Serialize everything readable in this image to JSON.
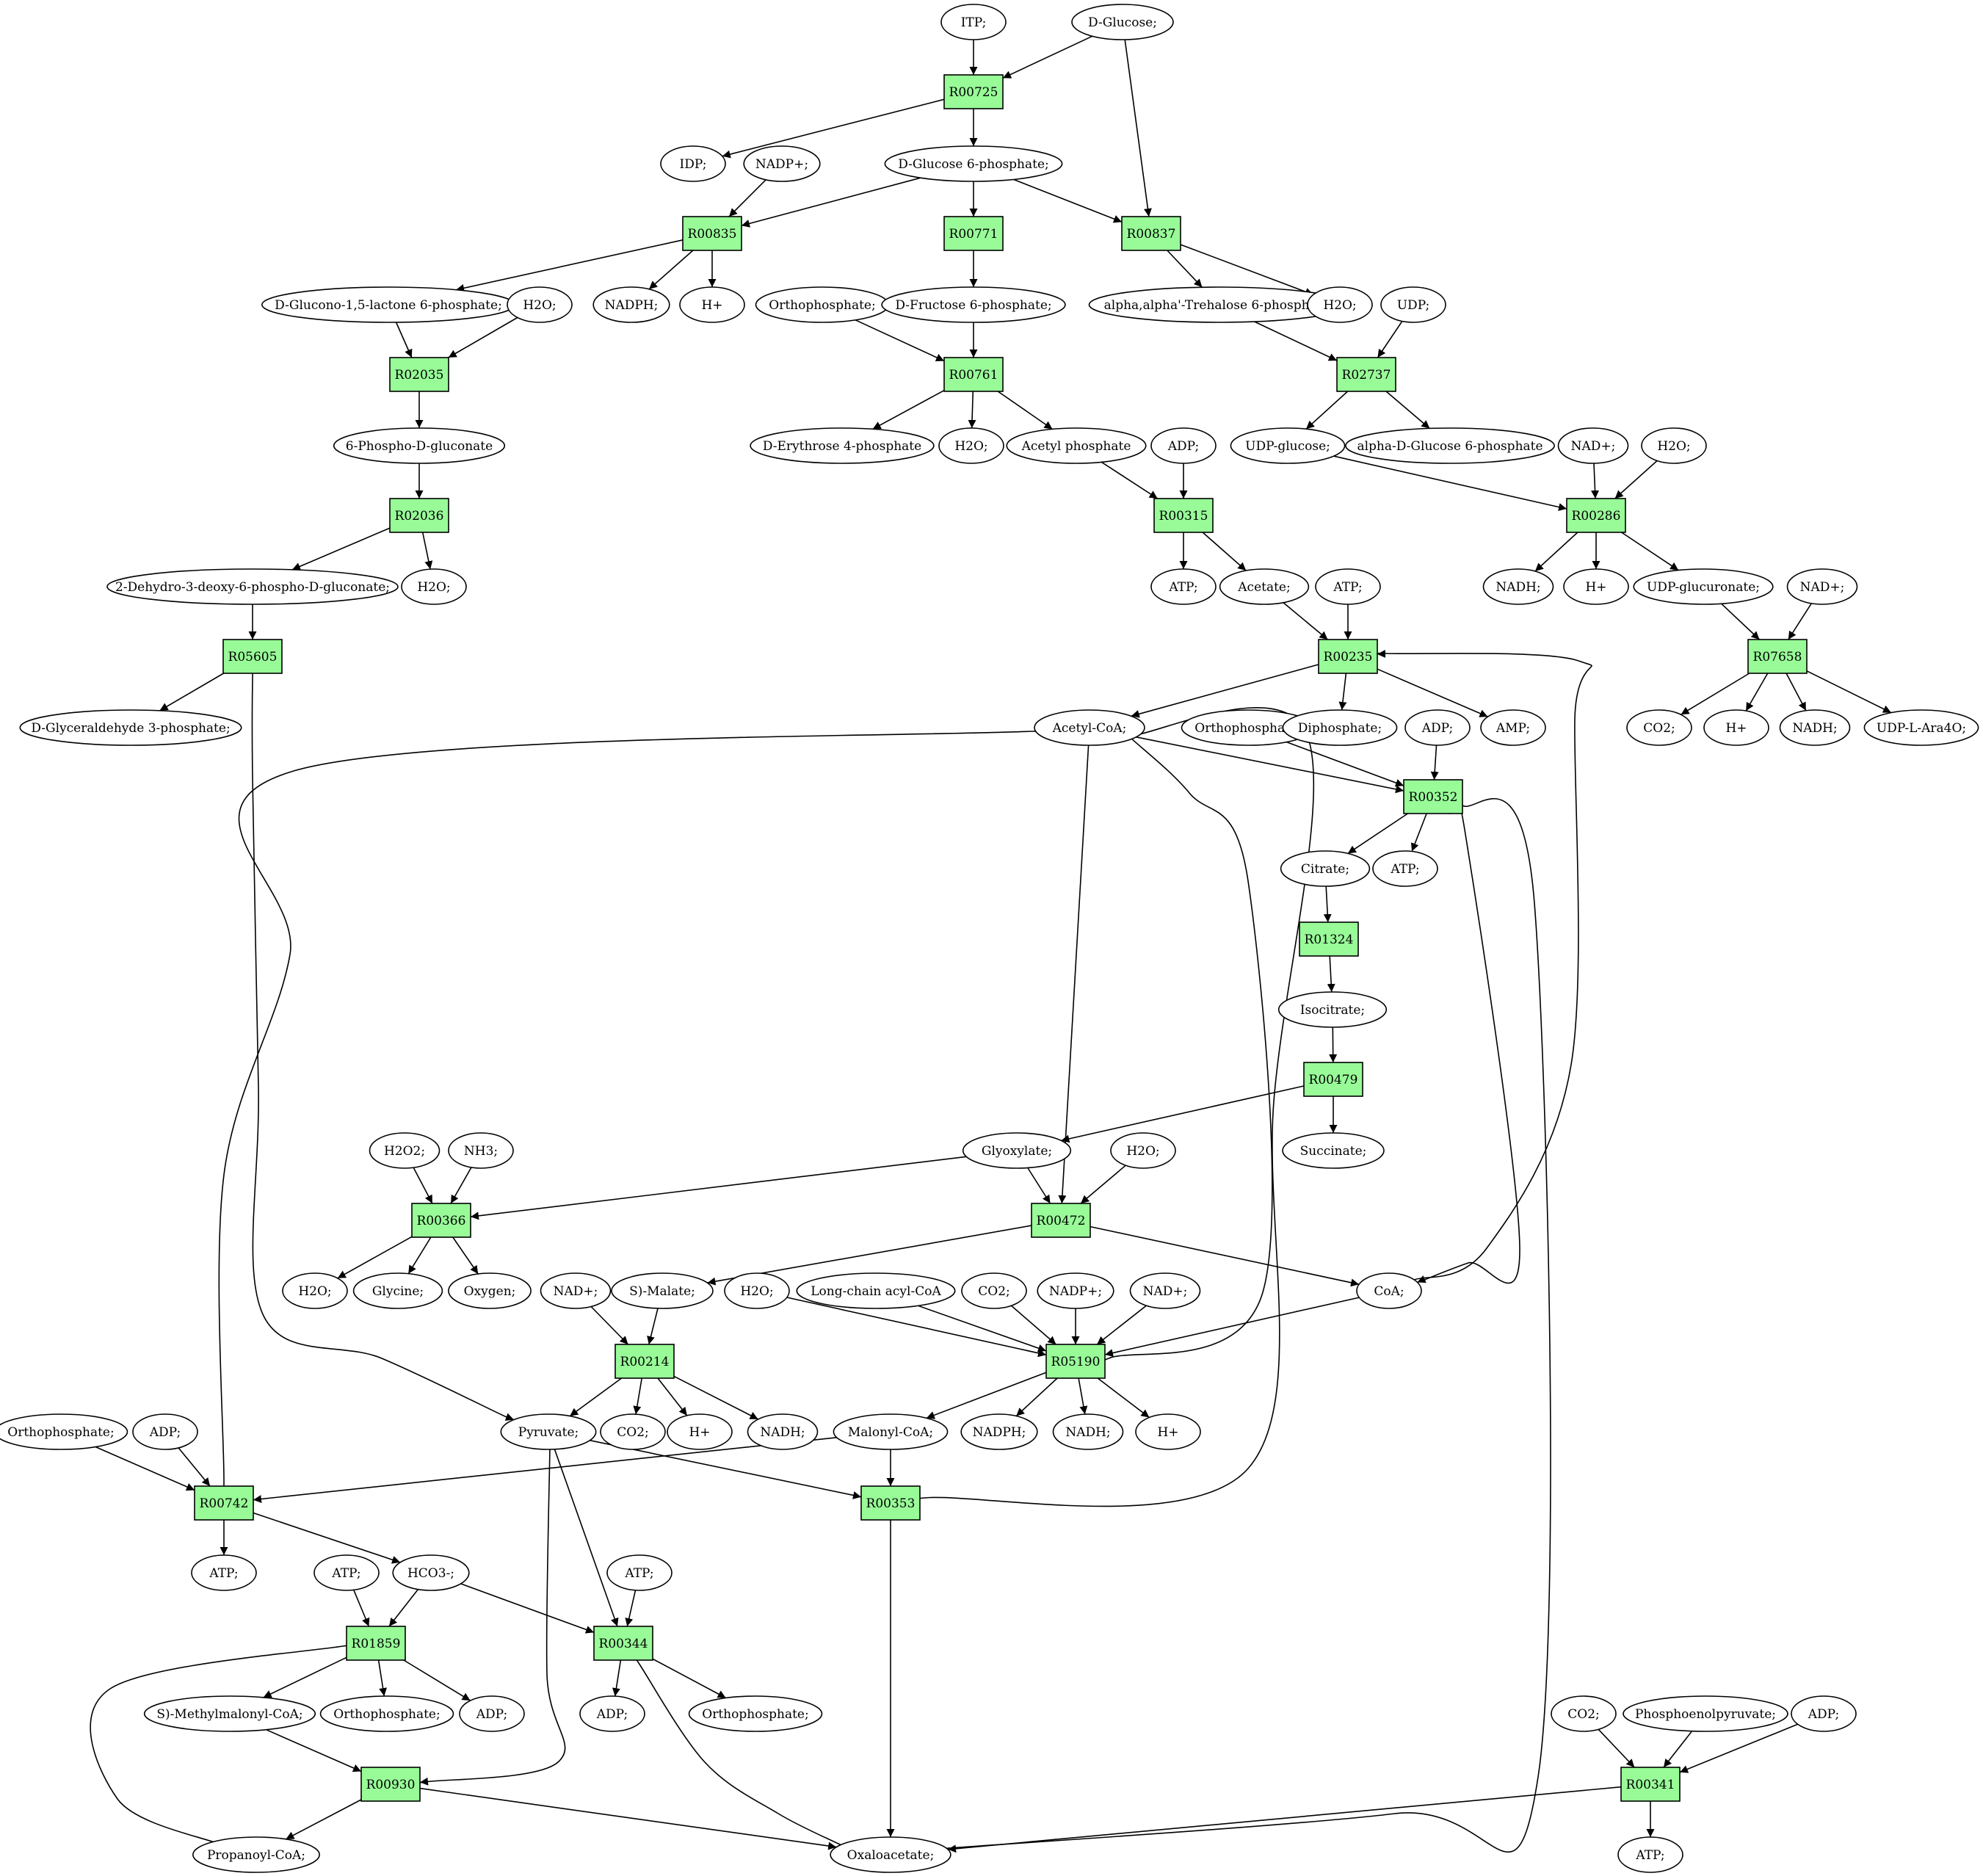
{
  "colors": {
    "reaction_fill": "#98fb98",
    "start_fill": "#00ff00",
    "target_fill": "#ffff00",
    "default_fill": "#ffffff",
    "stroke": "#000000"
  },
  "nodes": [
    {
      "id": "itp",
      "label": "ITP;",
      "shape": "ellipse"
    },
    {
      "id": "dglucose",
      "label": "D-Glucose;",
      "shape": "ellipse",
      "role": "start"
    },
    {
      "id": "r00725",
      "label": "R00725",
      "shape": "box"
    },
    {
      "id": "idp",
      "label": "IDP;",
      "shape": "ellipse"
    },
    {
      "id": "nadp_1",
      "label": "NADP+;",
      "shape": "ellipse"
    },
    {
      "id": "g6p",
      "label": "D-Glucose 6-phosphate;",
      "shape": "ellipse"
    },
    {
      "id": "r00835",
      "label": "R00835",
      "shape": "box"
    },
    {
      "id": "r00771",
      "label": "R00771",
      "shape": "box"
    },
    {
      "id": "r00837",
      "label": "R00837",
      "shape": "box"
    },
    {
      "id": "glucono",
      "label": "D-Glucono-1,5-lactone 6-phosphate;",
      "shape": "ellipse"
    },
    {
      "id": "h2o_1",
      "label": "H2O;",
      "shape": "ellipse"
    },
    {
      "id": "nadph_1",
      "label": "NADPH;",
      "shape": "ellipse"
    },
    {
      "id": "hplus_1",
      "label": "H+",
      "shape": "ellipse"
    },
    {
      "id": "orthophosphate_1",
      "label": "Orthophosphate;",
      "shape": "ellipse"
    },
    {
      "id": "f6p",
      "label": "D-Fructose 6-phosphate;",
      "shape": "ellipse"
    },
    {
      "id": "trehalose6p",
      "label": "alpha,alpha'-Trehalose 6-phosphate;",
      "shape": "ellipse"
    },
    {
      "id": "h2o_2",
      "label": "H2O;",
      "shape": "ellipse"
    },
    {
      "id": "udp",
      "label": "UDP;",
      "shape": "ellipse"
    },
    {
      "id": "r02035",
      "label": "R02035",
      "shape": "box"
    },
    {
      "id": "r00761",
      "label": "R00761",
      "shape": "box"
    },
    {
      "id": "r02737",
      "label": "R02737",
      "shape": "box"
    },
    {
      "id": "phosphogluconate",
      "label": "6-Phospho-D-gluconate",
      "shape": "ellipse"
    },
    {
      "id": "erythrose4p",
      "label": "D-Erythrose 4-phosphate",
      "shape": "ellipse"
    },
    {
      "id": "h2o_3",
      "label": "H2O;",
      "shape": "ellipse"
    },
    {
      "id": "acetylphosphate",
      "label": "Acetyl phosphate",
      "shape": "ellipse"
    },
    {
      "id": "adp_1",
      "label": "ADP;",
      "shape": "ellipse"
    },
    {
      "id": "udpglucose",
      "label": "UDP-glucose;",
      "shape": "ellipse"
    },
    {
      "id": "alphadg6p",
      "label": "alpha-D-Glucose 6-phosphate",
      "shape": "ellipse"
    },
    {
      "id": "nad_1",
      "label": "NAD+;",
      "shape": "ellipse"
    },
    {
      "id": "h2o_4",
      "label": "H2O;",
      "shape": "ellipse"
    },
    {
      "id": "r02036",
      "label": "R02036",
      "shape": "box"
    },
    {
      "id": "r00315",
      "label": "R00315",
      "shape": "box"
    },
    {
      "id": "r00286",
      "label": "R00286",
      "shape": "box"
    },
    {
      "id": "kdpg",
      "label": "2-Dehydro-3-deoxy-6-phospho-D-gluconate;",
      "shape": "ellipse"
    },
    {
      "id": "h2o_5",
      "label": "H2O;",
      "shape": "ellipse"
    },
    {
      "id": "atp_1",
      "label": "ATP;",
      "shape": "ellipse"
    },
    {
      "id": "acetate",
      "label": "Acetate;",
      "shape": "ellipse"
    },
    {
      "id": "atp_2",
      "label": "ATP;",
      "shape": "ellipse"
    },
    {
      "id": "nadh_1",
      "label": "NADH;",
      "shape": "ellipse"
    },
    {
      "id": "hplus_2",
      "label": "H+",
      "shape": "ellipse"
    },
    {
      "id": "udpglucuronate",
      "label": "UDP-glucuronate;",
      "shape": "ellipse"
    },
    {
      "id": "nad_2",
      "label": "NAD+;",
      "shape": "ellipse"
    },
    {
      "id": "r05605",
      "label": "R05605",
      "shape": "box"
    },
    {
      "id": "r00235",
      "label": "R00235",
      "shape": "box"
    },
    {
      "id": "r07658",
      "label": "R07658",
      "shape": "box"
    },
    {
      "id": "gap",
      "label": "D-Glyceraldehyde 3-phosphate;",
      "shape": "ellipse"
    },
    {
      "id": "acetylcoa",
      "label": "Acetyl-CoA;",
      "shape": "ellipse"
    },
    {
      "id": "orthophosphate_2",
      "label": "Orthophosphate;",
      "shape": "ellipse"
    },
    {
      "id": "diphosphate",
      "label": "Diphosphate;",
      "shape": "ellipse"
    },
    {
      "id": "adp_2",
      "label": "ADP;",
      "shape": "ellipse"
    },
    {
      "id": "amp",
      "label": "AMP;",
      "shape": "ellipse"
    },
    {
      "id": "co2_1",
      "label": "CO2;",
      "shape": "ellipse"
    },
    {
      "id": "hplus_3",
      "label": "H+",
      "shape": "ellipse"
    },
    {
      "id": "nadh_2",
      "label": "NADH;",
      "shape": "ellipse"
    },
    {
      "id": "udparabinose",
      "label": "UDP-L-Ara4O;",
      "shape": "ellipse"
    },
    {
      "id": "r00352",
      "label": "R00352",
      "shape": "box"
    },
    {
      "id": "citrate",
      "label": "Citrate;",
      "shape": "ellipse"
    },
    {
      "id": "atp_3",
      "label": "ATP;",
      "shape": "ellipse"
    },
    {
      "id": "r01324",
      "label": "R01324",
      "shape": "box"
    },
    {
      "id": "isocitrate",
      "label": "Isocitrate;",
      "shape": "ellipse"
    },
    {
      "id": "r00479",
      "label": "R00479",
      "shape": "box"
    },
    {
      "id": "h2o2",
      "label": "H2O2;",
      "shape": "ellipse"
    },
    {
      "id": "nh3",
      "label": "NH3;",
      "shape": "ellipse"
    },
    {
      "id": "glyoxylate",
      "label": "Glyoxylate;",
      "shape": "ellipse"
    },
    {
      "id": "h2o_6",
      "label": "H2O;",
      "shape": "ellipse"
    },
    {
      "id": "succinate",
      "label": "Succinate;",
      "shape": "ellipse"
    },
    {
      "id": "r00366",
      "label": "R00366",
      "shape": "box"
    },
    {
      "id": "r00472",
      "label": "R00472",
      "shape": "box"
    },
    {
      "id": "h2o_7",
      "label": "H2O;",
      "shape": "ellipse"
    },
    {
      "id": "glycine",
      "label": "Glycine;",
      "shape": "ellipse",
      "role": "target"
    },
    {
      "id": "oxygen",
      "label": "Oxygen;",
      "shape": "ellipse"
    },
    {
      "id": "nad_3",
      "label": "NAD+;",
      "shape": "ellipse"
    },
    {
      "id": "smalate",
      "label": "S)-Malate;",
      "shape": "ellipse"
    },
    {
      "id": "h2o_8",
      "label": "H2O;",
      "shape": "ellipse"
    },
    {
      "id": "longchain",
      "label": "Long-chain acyl-CoA",
      "shape": "ellipse"
    },
    {
      "id": "co2_2",
      "label": "CO2;",
      "shape": "ellipse"
    },
    {
      "id": "nadp_2",
      "label": "NADP+;",
      "shape": "ellipse"
    },
    {
      "id": "nad_4",
      "label": "NAD+;",
      "shape": "ellipse"
    },
    {
      "id": "coa",
      "label": "CoA;",
      "shape": "ellipse"
    },
    {
      "id": "r00214",
      "label": "R00214",
      "shape": "box"
    },
    {
      "id": "r05190",
      "label": "R05190",
      "shape": "box"
    },
    {
      "id": "orthophosphate_3",
      "label": "Orthophosphate;",
      "shape": "ellipse"
    },
    {
      "id": "adp_3",
      "label": "ADP;",
      "shape": "ellipse"
    },
    {
      "id": "pyruvate",
      "label": "Pyruvate;",
      "shape": "ellipse"
    },
    {
      "id": "co2_3",
      "label": "CO2;",
      "shape": "ellipse"
    },
    {
      "id": "hplus_4",
      "label": "H+",
      "shape": "ellipse"
    },
    {
      "id": "nadh_3",
      "label": "NADH;",
      "shape": "ellipse"
    },
    {
      "id": "malonylcoa",
      "label": "Malonyl-CoA;",
      "shape": "ellipse"
    },
    {
      "id": "nadph_2",
      "label": "NADPH;",
      "shape": "ellipse"
    },
    {
      "id": "nadh_4",
      "label": "NADH;",
      "shape": "ellipse"
    },
    {
      "id": "hplus_5",
      "label": "H+",
      "shape": "ellipse"
    },
    {
      "id": "r00742",
      "label": "R00742",
      "shape": "box"
    },
    {
      "id": "r00353",
      "label": "R00353",
      "shape": "box"
    },
    {
      "id": "atp_4",
      "label": "ATP;",
      "shape": "ellipse"
    },
    {
      "id": "atp_5",
      "label": "ATP;",
      "shape": "ellipse"
    },
    {
      "id": "hco3",
      "label": "HCO3-;",
      "shape": "ellipse"
    },
    {
      "id": "atp_6",
      "label": "ATP;",
      "shape": "ellipse"
    },
    {
      "id": "r01859",
      "label": "R01859",
      "shape": "box"
    },
    {
      "id": "r00344",
      "label": "R00344",
      "shape": "box"
    },
    {
      "id": "smethylmalonyl",
      "label": "S)-Methylmalonyl-CoA;",
      "shape": "ellipse"
    },
    {
      "id": "orthophosphate_4",
      "label": "Orthophosphate;",
      "shape": "ellipse"
    },
    {
      "id": "adp_4",
      "label": "ADP;",
      "shape": "ellipse"
    },
    {
      "id": "adp_5",
      "label": "ADP;",
      "shape": "ellipse"
    },
    {
      "id": "orthophosphate_5",
      "label": "Orthophosphate;",
      "shape": "ellipse"
    },
    {
      "id": "co2_4",
      "label": "CO2;",
      "shape": "ellipse"
    },
    {
      "id": "pep",
      "label": "Phosphoenolpyruvate;",
      "shape": "ellipse"
    },
    {
      "id": "adp_6",
      "label": "ADP;",
      "shape": "ellipse"
    },
    {
      "id": "r00930",
      "label": "R00930",
      "shape": "box"
    },
    {
      "id": "r00341",
      "label": "R00341",
      "shape": "box"
    },
    {
      "id": "propanoylcoa",
      "label": "Propanoyl-CoA;",
      "shape": "ellipse"
    },
    {
      "id": "oxaloacetate",
      "label": "Oxaloacetate;",
      "shape": "ellipse"
    },
    {
      "id": "atp_7",
      "label": "ATP;",
      "shape": "ellipse"
    }
  ],
  "edges": [
    [
      "itp",
      "r00725"
    ],
    [
      "dglucose",
      "r00725"
    ],
    [
      "dglucose",
      "r00837"
    ],
    [
      "r00725",
      "idp"
    ],
    [
      "r00725",
      "g6p"
    ],
    [
      "nadp_1",
      "r00835"
    ],
    [
      "g6p",
      "r00835"
    ],
    [
      "g6p",
      "r00771"
    ],
    [
      "g6p",
      "r00837"
    ],
    [
      "r00835",
      "glucono"
    ],
    [
      "r00835",
      "nadph_1"
    ],
    [
      "r00835",
      "hplus_1"
    ],
    [
      "r00771",
      "f6p"
    ],
    [
      "r00837",
      "trehalose6p"
    ],
    [
      "r00837",
      "h2o_2"
    ],
    [
      "glucono",
      "r02035"
    ],
    [
      "h2o_1",
      "r02035"
    ],
    [
      "r02035",
      "phosphogluconate"
    ],
    [
      "orthophosphate_1",
      "r00761"
    ],
    [
      "f6p",
      "r00761"
    ],
    [
      "r00761",
      "erythrose4p"
    ],
    [
      "r00761",
      "h2o_3"
    ],
    [
      "r00761",
      "acetylphosphate"
    ],
    [
      "trehalose6p",
      "r02737"
    ],
    [
      "udp",
      "r02737"
    ],
    [
      "r02737",
      "udpglucose"
    ],
    [
      "r02737",
      "alphadg6p"
    ],
    [
      "phosphogluconate",
      "r02036"
    ],
    [
      "r02036",
      "kdpg"
    ],
    [
      "r02036",
      "h2o_5"
    ],
    [
      "acetylphosphate",
      "r00315"
    ],
    [
      "adp_1",
      "r00315"
    ],
    [
      "r00315",
      "atp_1"
    ],
    [
      "r00315",
      "acetate"
    ],
    [
      "udpglucose",
      "r00286"
    ],
    [
      "nad_1",
      "r00286"
    ],
    [
      "h2o_4",
      "r00286"
    ],
    [
      "r00286",
      "nadh_1"
    ],
    [
      "r00286",
      "hplus_2"
    ],
    [
      "r00286",
      "udpglucuronate"
    ],
    [
      "kdpg",
      "r05605"
    ],
    [
      "r05605",
      "gap"
    ],
    [
      "r05605",
      "pyruvate"
    ],
    [
      "acetate",
      "r00235"
    ],
    [
      "atp_2",
      "r00235"
    ],
    [
      "coa",
      "r00235"
    ],
    [
      "r00235",
      "acetylcoa"
    ],
    [
      "r00235",
      "diphosphate"
    ],
    [
      "r00235",
      "amp"
    ],
    [
      "udpglucuronate",
      "r07658"
    ],
    [
      "nad_2",
      "r07658"
    ],
    [
      "r07658",
      "co2_1"
    ],
    [
      "r07658",
      "hplus_3"
    ],
    [
      "r07658",
      "nadh_2"
    ],
    [
      "r07658",
      "udparabinose"
    ],
    [
      "acetylcoa",
      "r00352"
    ],
    [
      "orthophosphate_2",
      "r00352"
    ],
    [
      "adp_2",
      "r00352"
    ],
    [
      "oxaloacetate",
      "r00352"
    ],
    [
      "r00352",
      "citrate"
    ],
    [
      "r00352",
      "atp_3"
    ],
    [
      "r00352",
      "coa"
    ],
    [
      "citrate",
      "r01324"
    ],
    [
      "r01324",
      "isocitrate"
    ],
    [
      "isocitrate",
      "r00479"
    ],
    [
      "r00479",
      "glyoxylate"
    ],
    [
      "r00479",
      "succinate"
    ],
    [
      "h2o2",
      "r00366"
    ],
    [
      "nh3",
      "r00366"
    ],
    [
      "glyoxylate",
      "r00366"
    ],
    [
      "r00366",
      "h2o_7"
    ],
    [
      "r00366",
      "glycine"
    ],
    [
      "r00366",
      "oxygen"
    ],
    [
      "glyoxylate",
      "r00472"
    ],
    [
      "h2o_6",
      "r00472"
    ],
    [
      "acetylcoa",
      "r00472"
    ],
    [
      "r00472",
      "smalate"
    ],
    [
      "r00472",
      "coa"
    ],
    [
      "nad_3",
      "r00214"
    ],
    [
      "smalate",
      "r00214"
    ],
    [
      "r00214",
      "pyruvate"
    ],
    [
      "r00214",
      "co2_3"
    ],
    [
      "r00214",
      "hplus_4"
    ],
    [
      "r00214",
      "nadh_3"
    ],
    [
      "h2o_8",
      "r05190"
    ],
    [
      "longchain",
      "r05190"
    ],
    [
      "co2_2",
      "r05190"
    ],
    [
      "nadp_2",
      "r05190"
    ],
    [
      "nad_4",
      "r05190"
    ],
    [
      "coa",
      "r05190"
    ],
    [
      "r05190",
      "acetylcoa"
    ],
    [
      "r05190",
      "malonylcoa"
    ],
    [
      "r05190",
      "nadph_2"
    ],
    [
      "r05190",
      "nadh_4"
    ],
    [
      "r05190",
      "hplus_5"
    ],
    [
      "orthophosphate_3",
      "r00742"
    ],
    [
      "adp_3",
      "r00742"
    ],
    [
      "malonylcoa",
      "r00742"
    ],
    [
      "r00742",
      "acetylcoa"
    ],
    [
      "r00742",
      "atp_4"
    ],
    [
      "r00742",
      "hco3"
    ],
    [
      "pyruvate",
      "r00353"
    ],
    [
      "malonylcoa",
      "r00353"
    ],
    [
      "r00353",
      "acetylcoa"
    ],
    [
      "r00353",
      "oxaloacetate"
    ],
    [
      "atp_5",
      "r01859"
    ],
    [
      "hco3",
      "r01859"
    ],
    [
      "propanoylcoa",
      "r01859"
    ],
    [
      "r01859",
      "smethylmalonyl"
    ],
    [
      "r01859",
      "orthophosphate_4"
    ],
    [
      "r01859",
      "adp_4"
    ],
    [
      "pyruvate",
      "r00344"
    ],
    [
      "hco3",
      "r00344"
    ],
    [
      "atp_6",
      "r00344"
    ],
    [
      "r00344",
      "adp_5"
    ],
    [
      "r00344",
      "orthophosphate_5"
    ],
    [
      "r00344",
      "oxaloacetate"
    ],
    [
      "smethylmalonyl",
      "r00930"
    ],
    [
      "pyruvate",
      "r00930"
    ],
    [
      "r00930",
      "propanoylcoa"
    ],
    [
      "r00930",
      "oxaloacetate"
    ],
    [
      "co2_4",
      "r00341"
    ],
    [
      "pep",
      "r00341"
    ],
    [
      "adp_6",
      "r00341"
    ],
    [
      "r00341",
      "oxaloacetate"
    ],
    [
      "r00341",
      "atp_7"
    ]
  ]
}
